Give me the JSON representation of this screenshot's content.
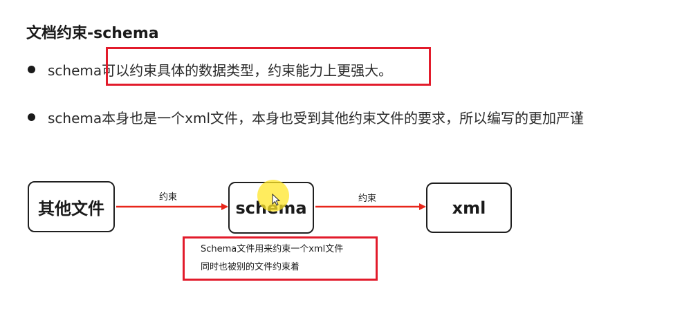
{
  "title": "文档约束-schema",
  "bullets": [
    "schema可以约束具体的数据类型，约束能力上更强大。",
    "schema本身也是一个xml文件，本身也受到其他约束文件的要求，所以编写的更加严谨"
  ],
  "diagram": {
    "nodes": [
      "其他文件",
      "schema",
      "xml"
    ],
    "edges": [
      {
        "from": "其他文件",
        "to": "schema",
        "label": "约束"
      },
      {
        "from": "schema",
        "to": "xml",
        "label": "约束"
      }
    ],
    "note_lines": [
      "Schema文件用来约束一个xml文件",
      "同时也被别的文件约束着"
    ]
  },
  "colors": {
    "highlight_red": "#e21b2b",
    "arrow_red": "#e8261a",
    "cursor_yellow": "#ffe628"
  }
}
